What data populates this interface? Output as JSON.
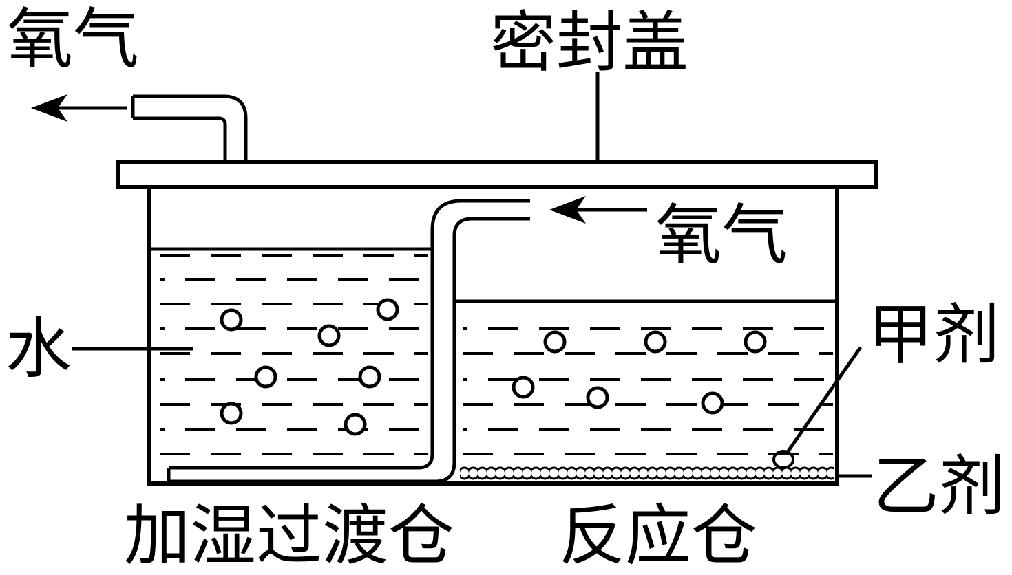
{
  "labels": {
    "oxygen_out": "氧气",
    "sealed_lid": "密封盖",
    "oxygen_in": "氧气",
    "water": "水",
    "reagent_a": "甲剂",
    "reagent_b": "乙剂",
    "humidifier_chamber": "加湿过渡仓",
    "reaction_chamber": "反应仓"
  },
  "colors": {
    "stroke": "#000000",
    "background": "#ffffff"
  }
}
